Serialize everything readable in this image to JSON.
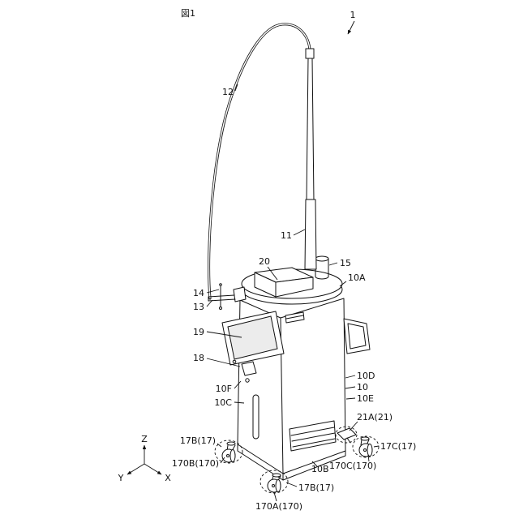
{
  "figure": {
    "number": "図1",
    "reference": "1"
  },
  "parts": {
    "cable": "12",
    "handpiece": "11",
    "top_unit": "20",
    "holder": "15",
    "top_surface": "10A",
    "connector_holder": "14",
    "connector": "13",
    "display": "19",
    "display_arm": "18",
    "front_face": "10F",
    "left_lower": "10C",
    "right_face": "10D",
    "body": "10",
    "right_lower": "10E",
    "brake": "21A(21)",
    "caster_left": "17B(17)",
    "wheel_left": "170B(170)",
    "bottom": "10B",
    "wheel_right": "170C(170)",
    "caster_right": "17C(17)",
    "caster_front": "17B(17)",
    "wheel_front": "170A(170)"
  },
  "axes": {
    "x": "X",
    "y": "Y",
    "z": "Z"
  }
}
